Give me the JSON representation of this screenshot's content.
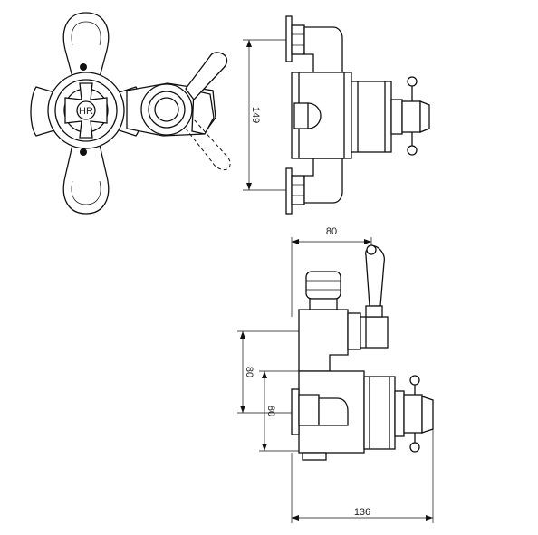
{
  "drawing": {
    "front_view": {
      "label": "front-view",
      "hub_marking": "HR"
    },
    "side_view": {
      "height_dimension": "149"
    },
    "bottom_view": {
      "top_width_dimension": "80",
      "left_outer_dimension": "80",
      "left_inner_dimension": "80",
      "total_width_dimension": "136"
    }
  },
  "colors": {
    "line": "#111111",
    "background": "#ffffff"
  }
}
